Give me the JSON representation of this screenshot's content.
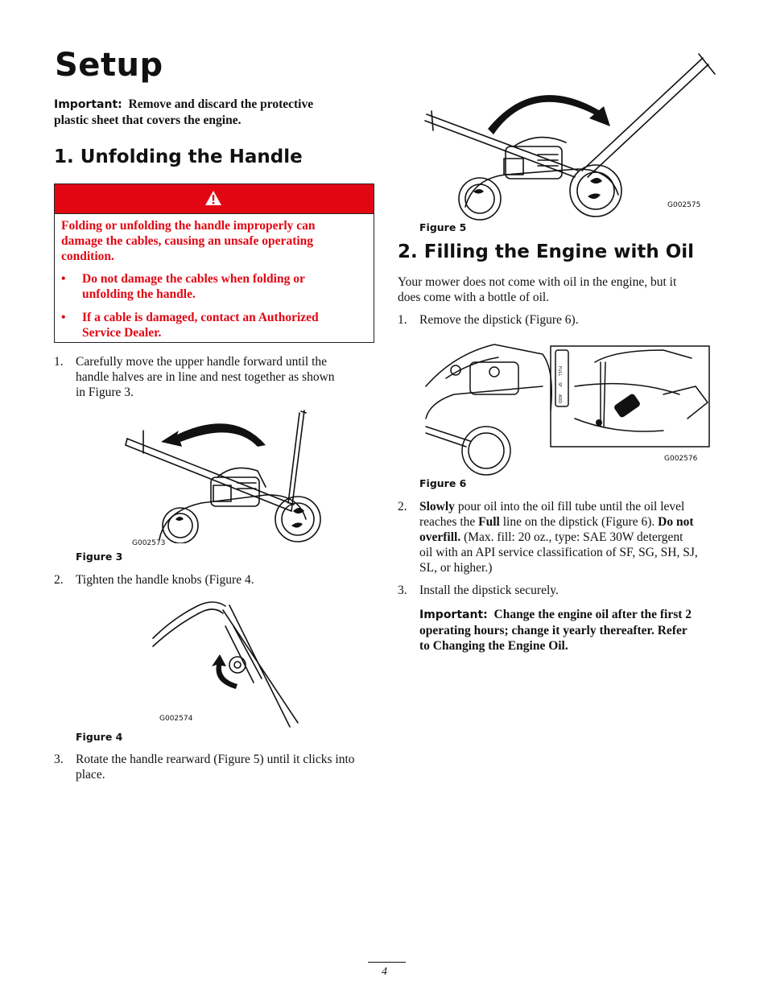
{
  "title": "Setup",
  "intro": {
    "important_label": "Important:",
    "text_line1": "Remove and discard the protective",
    "text_line2": "plastic sheet that covers the engine."
  },
  "section1": {
    "heading": "1.  Unfolding the Handle",
    "warning": {
      "para_line1": "Folding or unfolding the handle improperly can",
      "para_line2": "damage the cables, causing an unsafe operating",
      "para_line3": "condition.",
      "bullet_char": "•",
      "bullets": [
        {
          "line1": "Do not damage the cables when folding or",
          "line2": "unfolding the handle."
        },
        {
          "line1": "If a cable is damaged, contact an Authorized",
          "line2": "Service Dealer."
        }
      ]
    },
    "step1": {
      "num": "1.",
      "line1": "Carefully move the upper handle forward until the",
      "line2": "handle halves are in line and nest together as shown",
      "line3": "in Figure 3."
    },
    "fig3": {
      "code": "G002573",
      "caption": "Figure 3"
    },
    "step2": {
      "num": "2.",
      "line1": "Tighten the handle knobs (Figure 4."
    },
    "fig4": {
      "code": "G002574",
      "caption": "Figure 4"
    },
    "step3": {
      "num": "3.",
      "line1": "Rotate the handle rearward (Figure 5) until it clicks into",
      "line2": "place."
    }
  },
  "fig5": {
    "code": "G002575",
    "caption": "Figure 5"
  },
  "section2": {
    "heading": "2.  Filling the Engine with Oil",
    "intro_line1": "Your mower does not come with oil in the engine, but it",
    "intro_line2": "does come with a bottle of oil.",
    "step1": {
      "num": "1.",
      "line1": "Remove the dipstick (Figure 6)."
    },
    "fig6": {
      "code": "G002576",
      "caption": "Figure 6",
      "dipstick_labels": [
        "FULL",
        "SF",
        "ADD"
      ]
    },
    "step2": {
      "num": "2.",
      "l1_bold": "Slowly",
      "l1_rest": " pour oil into the oil fill tube until the oil level",
      "l2_a": "reaches the ",
      "l2_bold": "Full",
      "l2_b": " line on the dipstick (Figure 6).  ",
      "l2_bold2": "Do not",
      "l3_bold": "overfill.",
      "l3_rest": "  (Max.  fill: 20 oz., type: SAE 30W detergent",
      "l4": "oil with an API service classification of SF, SG, SH, SJ,",
      "l5": "SL, or higher.)"
    },
    "step3": {
      "num": "3.",
      "line1": "Install the dipstick securely."
    },
    "important": {
      "label": "Important:",
      "l1": "Change the engine oil after the first 2",
      "l2": "operating hours; change it yearly thereafter.  Refer",
      "l3": "to Changing the Engine Oil."
    }
  },
  "page_number": "4",
  "colors": {
    "warning_red": "#e20613"
  }
}
